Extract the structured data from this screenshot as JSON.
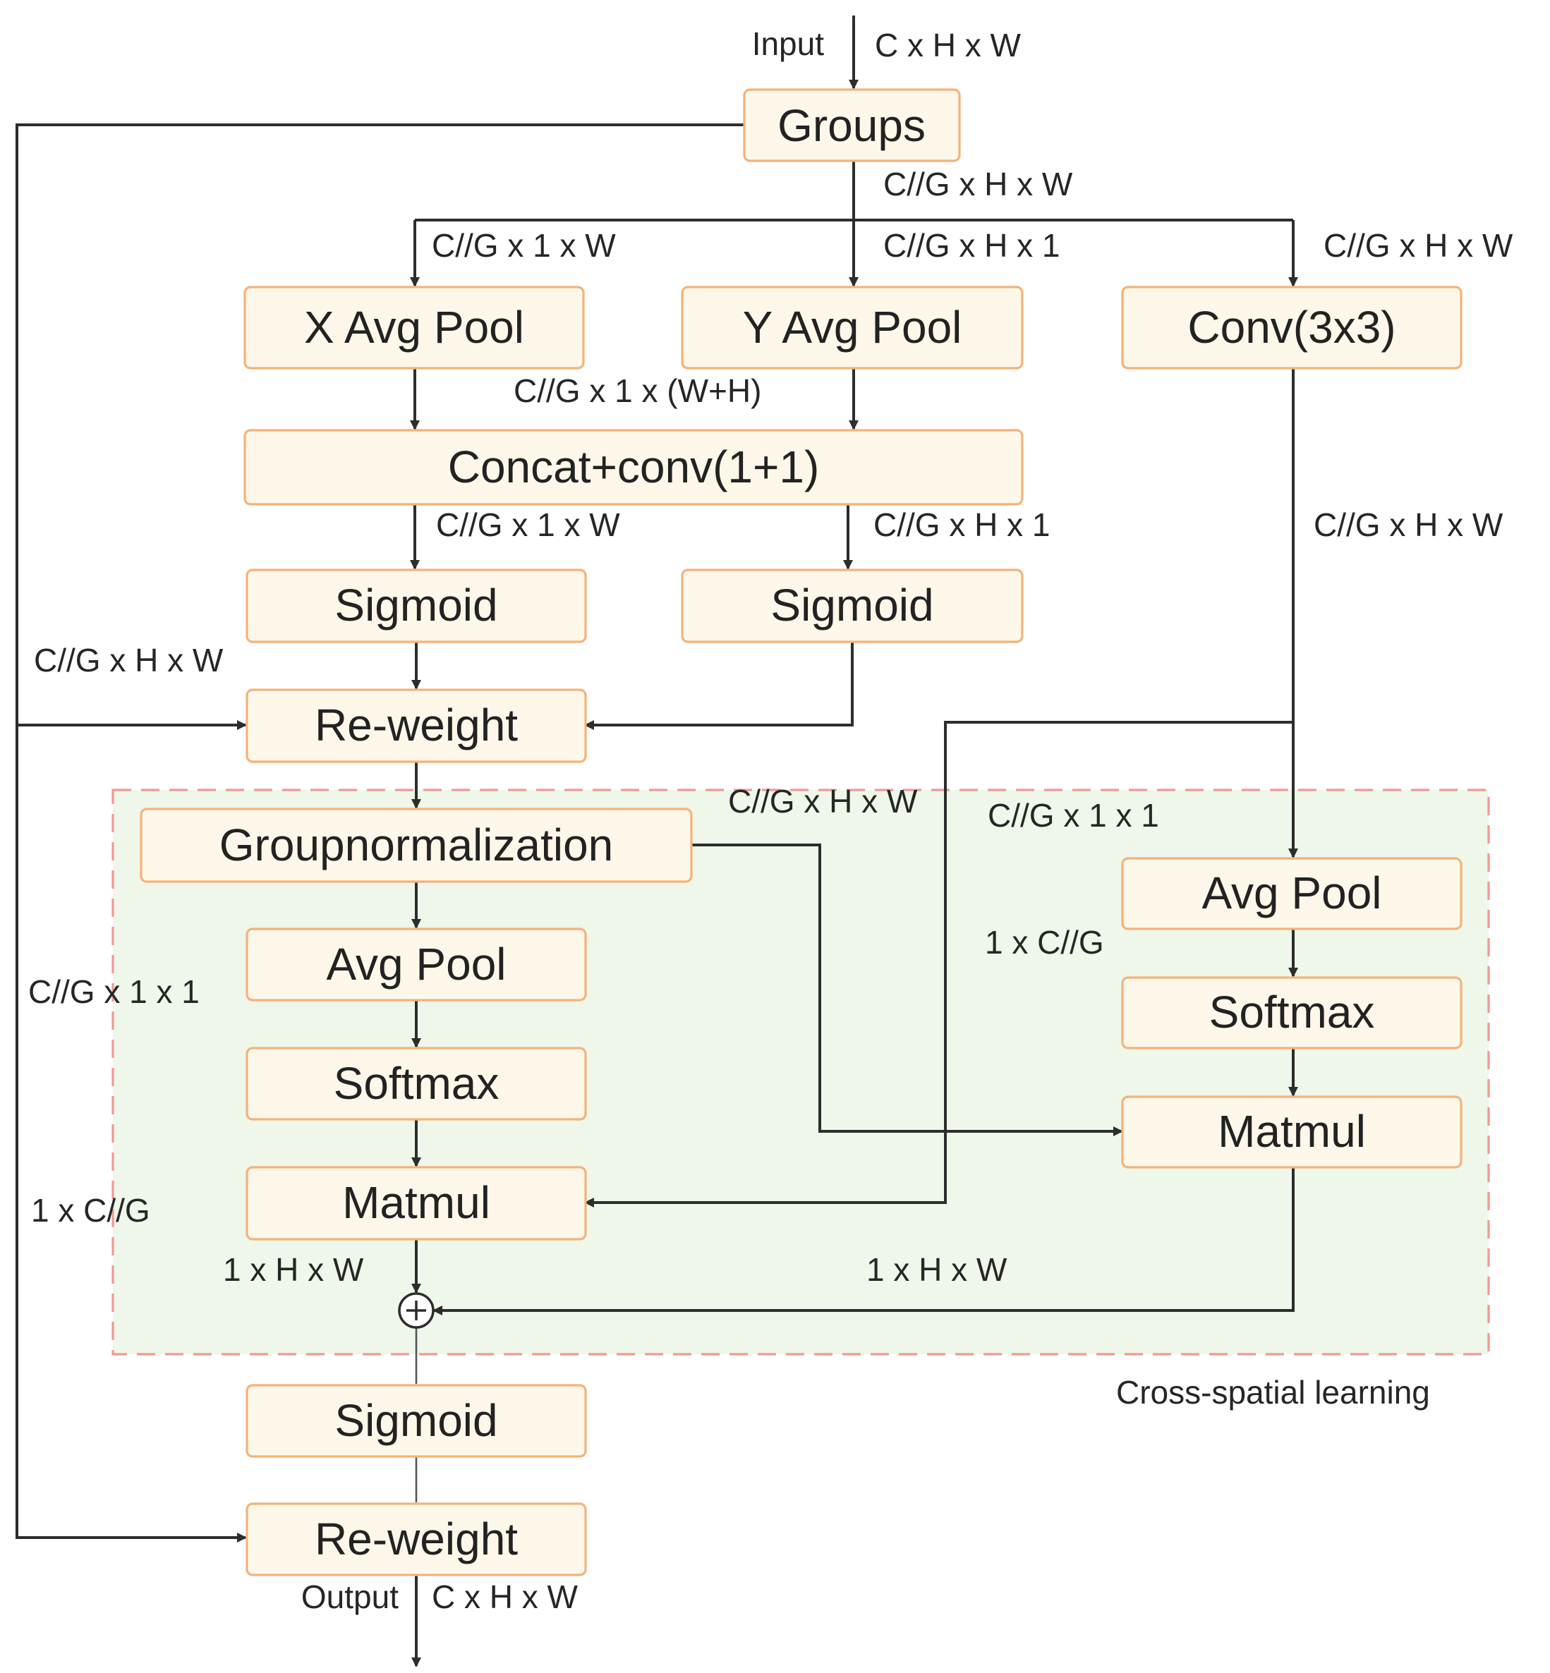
{
  "nodes": {
    "groups": "Groups",
    "x_avg_pool": "X Avg Pool",
    "y_avg_pool": "Y Avg Pool",
    "conv3x3": "Conv(3x3)",
    "concat_conv": "Concat+conv(1+1)",
    "sigmoid_x": "Sigmoid",
    "sigmoid_y": "Sigmoid",
    "reweight_1": "Re-weight",
    "groupnorm": "Groupnormalization",
    "avg_pool_left": "Avg Pool",
    "softmax_left": "Softmax",
    "matmul_left": "Matmul",
    "avg_pool_right": "Avg Pool",
    "softmax_right": "Softmax",
    "matmul_right": "Matmul",
    "sigmoid_out": "Sigmoid",
    "reweight_out": "Re-weight",
    "plus": "+"
  },
  "labels": {
    "input": "Input",
    "input_dim": "C x H x W",
    "groups_out": "C//G x H x W",
    "x_pool_in": "C//G x 1 x W",
    "y_pool_in": "C//G x H x 1",
    "conv_in": "C//G x H x W",
    "concat_in": "C//G x 1 x (W+H)",
    "sig_x_in": "C//G x 1 x W",
    "sig_y_in": "C//G x H x 1",
    "conv_out": "C//G x H x W",
    "skip_1": "C//G x H x W",
    "gn_to_matmul": "C//G x H x W",
    "right_pool_out": "C//G x 1 x 1",
    "right_softmax_in": "1 x C//G",
    "left_pool_out": "C//G x 1 x 1",
    "left_softmax_out": "1 x C//G",
    "left_matmul_out": "1 x H x W",
    "right_matmul_out": "1 x H x W",
    "region": "Cross-spatial learning",
    "output": "Output",
    "output_dim": "C x H x W"
  }
}
